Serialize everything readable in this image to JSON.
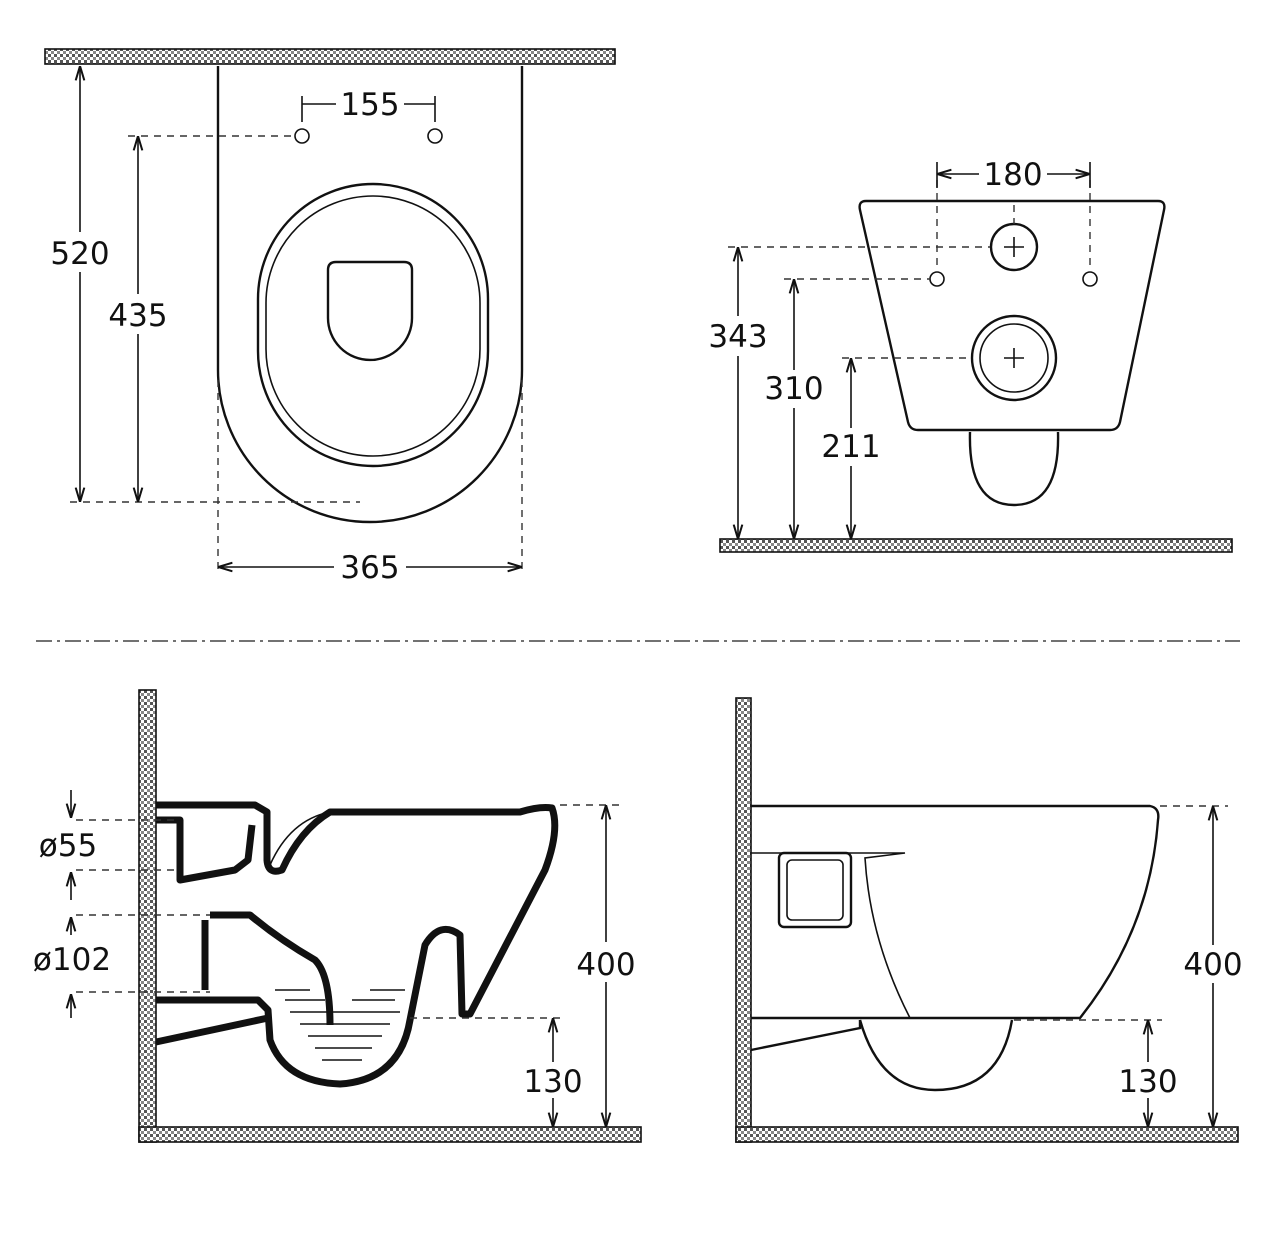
{
  "views": {
    "top": {
      "dim_height_total": "520",
      "dim_height_holes": "435",
      "dim_holes_spacing": "155",
      "dim_width": "365"
    },
    "rear": {
      "dim_holes_spacing": "180",
      "dim_height_inlet": "343",
      "dim_height_bolts": "310",
      "dim_height_outlet": "211"
    },
    "section": {
      "dim_inlet_diameter": "ø55",
      "dim_outlet_diameter": "ø102",
      "dim_height": "400",
      "dim_height_floor": "130"
    },
    "side": {
      "dim_height": "400",
      "dim_height_floor": "130"
    }
  }
}
